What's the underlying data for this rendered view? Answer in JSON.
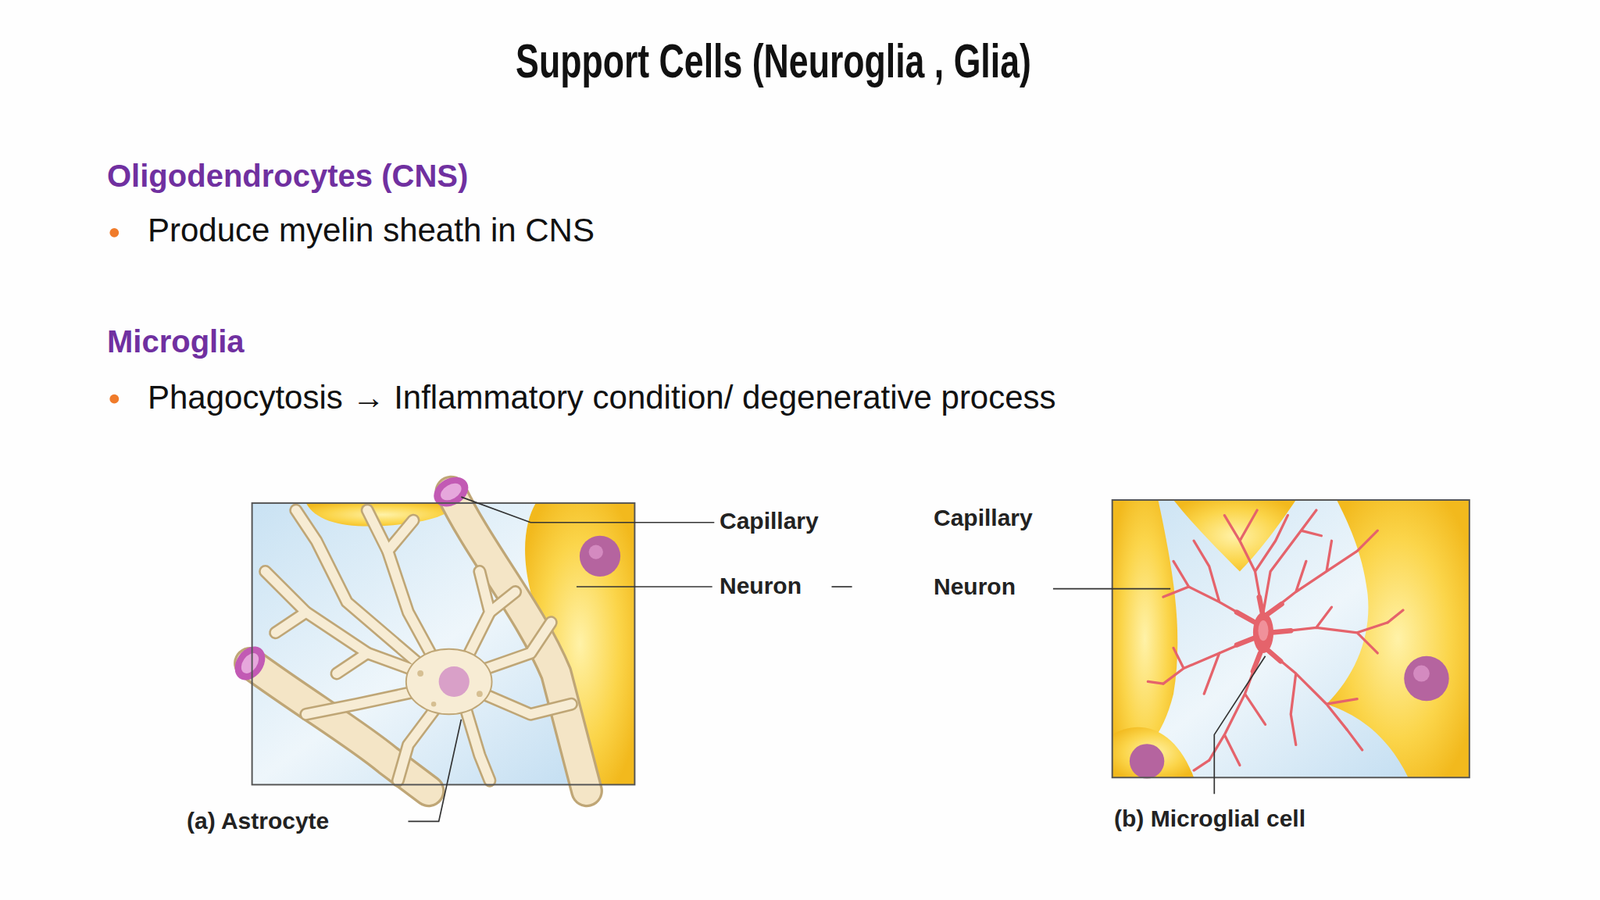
{
  "diagram": {
    "title": "Support Cells (Neuroglia , Glia)",
    "labels": [
      "Oligodendrocytes (CNS)",
      "Produce myelin sheath in CNS",
      "Microglia",
      "Phagocytosis → Inflammatory condition/ degenerative process",
      "Capillary",
      "Neuron",
      "(a) Astrocyte",
      "Capillary",
      "Neuron",
      "(b) Microglial cell"
    ]
  }
}
